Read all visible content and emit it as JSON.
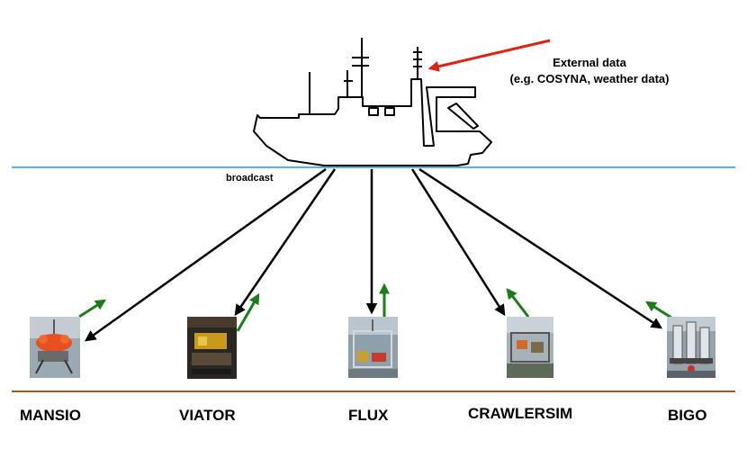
{
  "external_data": {
    "line1": "External data",
    "line2": "(e.g. COSYNA, weather data)"
  },
  "broadcast_label": "broadcast",
  "devices": [
    {
      "name": "MANSIO",
      "photo": "orange lander"
    },
    {
      "name": "VIATOR",
      "photo": "crawler in lab"
    },
    {
      "name": "FLUX",
      "photo": "flux chamber frame"
    },
    {
      "name": "CRAWLERSIM",
      "photo": "frame on deck"
    },
    {
      "name": "BIGO",
      "photo": "bell jar lander"
    }
  ],
  "colors": {
    "sea_line": "#4fb8e8",
    "seafloor_line": "#9a5a25",
    "downlink_arrow": "#000000",
    "uplink_arrow": "#1a7d1a",
    "external_arrow": "#e02010"
  }
}
